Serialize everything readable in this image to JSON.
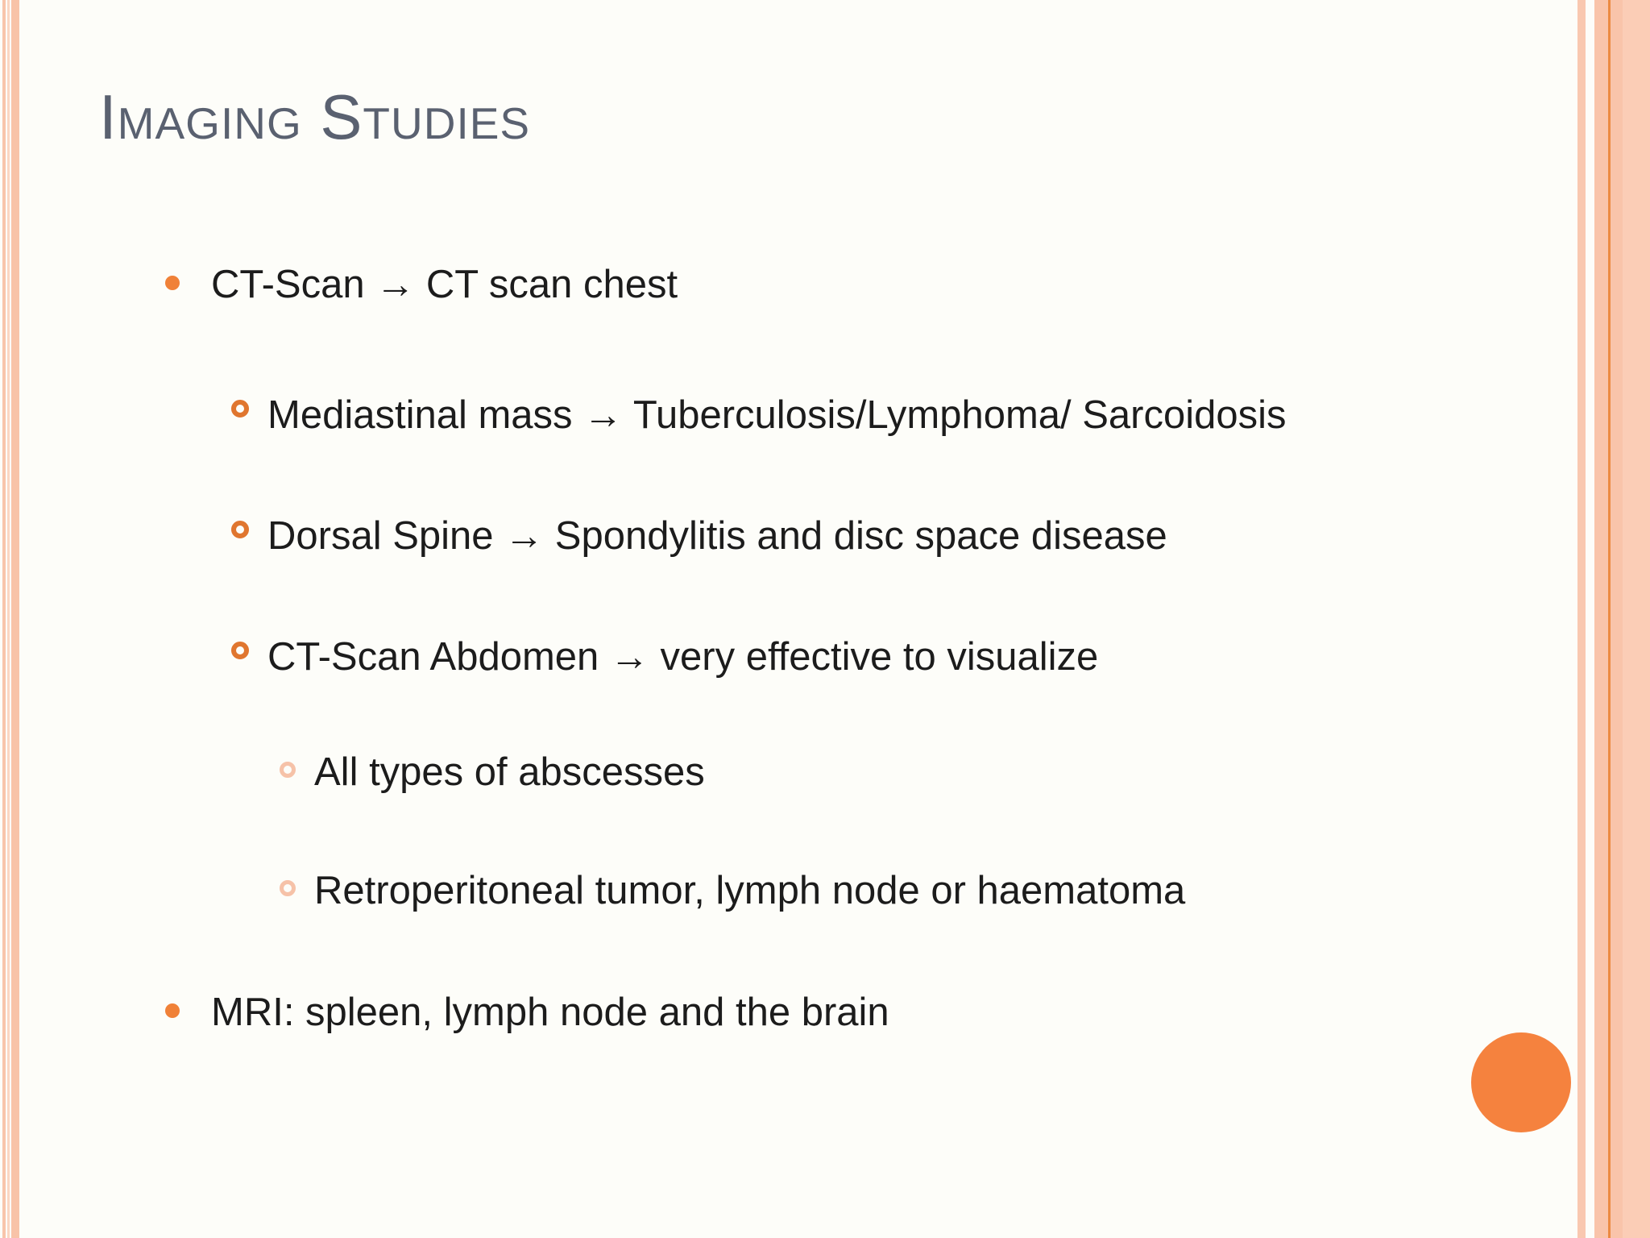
{
  "title": "Imaging Studies",
  "bullets": [
    {
      "level": 1,
      "text": "CT-Scan → CT scan chest"
    },
    {
      "level": 2,
      "text": "Mediastinal mass → Tuberculosis/Lymphoma/ Sarcoidosis"
    },
    {
      "level": 2,
      "text": "Dorsal Spine → Spondylitis and disc space disease"
    },
    {
      "level": 2,
      "text": "CT-Scan Abdomen → very effective to visualize"
    },
    {
      "level": 3,
      "text": "All types of abscesses"
    },
    {
      "level": 3,
      "text": "Retroperitoneal tumor, lymph node or haematoma"
    },
    {
      "level": 1,
      "text": "MRI: spleen, lymph node and the brain"
    }
  ],
  "colors": {
    "background": "#fdfdf9",
    "title_gray": "#5a6170",
    "body_text": "#1c1c1c",
    "accent_orange": "#f5823e",
    "bullet_filled_orange": "#f08138",
    "bullet_ring_orange": "#e0762f",
    "bullet_ring_light_peach": "#f6c2a8",
    "stripe_peach": "#f8c5ab",
    "stripe_dark_orange_line": "#ec8a42"
  }
}
